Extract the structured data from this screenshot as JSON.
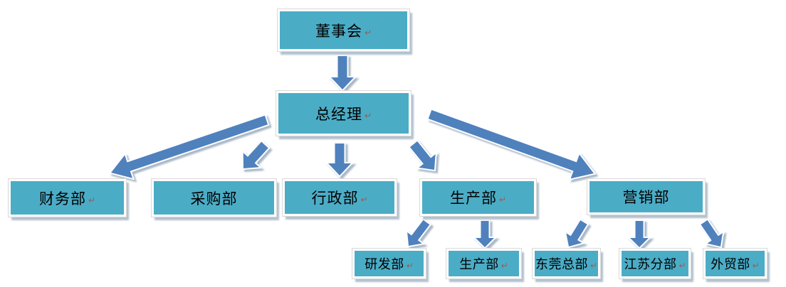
{
  "colors": {
    "node_fill": "#4BACC6",
    "node_border": "#FFFFFF",
    "arrow_fill": "#4F81BD",
    "shadow": "#9AACBD",
    "text": "#000000",
    "return_mark": "#A05A50"
  },
  "glyphs": {
    "return_mark": "↵"
  },
  "chart": {
    "type": "org-chart",
    "nodes": [
      {
        "id": "board",
        "label": "董事会",
        "return_mark": true
      },
      {
        "id": "gm",
        "label": "总经理",
        "return_mark": true
      },
      {
        "id": "finance",
        "label": "财务部",
        "return_mark": true
      },
      {
        "id": "purchasing",
        "label": "采购部",
        "return_mark": false
      },
      {
        "id": "admin",
        "label": "行政部",
        "return_mark": true
      },
      {
        "id": "production",
        "label": "生产部",
        "return_mark": true
      },
      {
        "id": "marketing",
        "label": "营销部",
        "return_mark": false
      },
      {
        "id": "rnd",
        "label": "研发部",
        "return_mark": true
      },
      {
        "id": "production-sub",
        "label": "生产部",
        "return_mark": true
      },
      {
        "id": "dongguan",
        "label": "东莞总部",
        "return_mark": true
      },
      {
        "id": "jiangsu",
        "label": "江苏分部",
        "return_mark": true
      },
      {
        "id": "trade",
        "label": "外贸部",
        "return_mark": true
      }
    ],
    "edges": [
      {
        "from": "board",
        "to": "gm"
      },
      {
        "from": "gm",
        "to": "finance"
      },
      {
        "from": "gm",
        "to": "purchasing"
      },
      {
        "from": "gm",
        "to": "admin"
      },
      {
        "from": "gm",
        "to": "production"
      },
      {
        "from": "gm",
        "to": "marketing"
      },
      {
        "from": "production",
        "to": "rnd"
      },
      {
        "from": "production",
        "to": "production-sub"
      },
      {
        "from": "marketing",
        "to": "dongguan"
      },
      {
        "from": "marketing",
        "to": "jiangsu"
      },
      {
        "from": "marketing",
        "to": "trade"
      }
    ]
  }
}
